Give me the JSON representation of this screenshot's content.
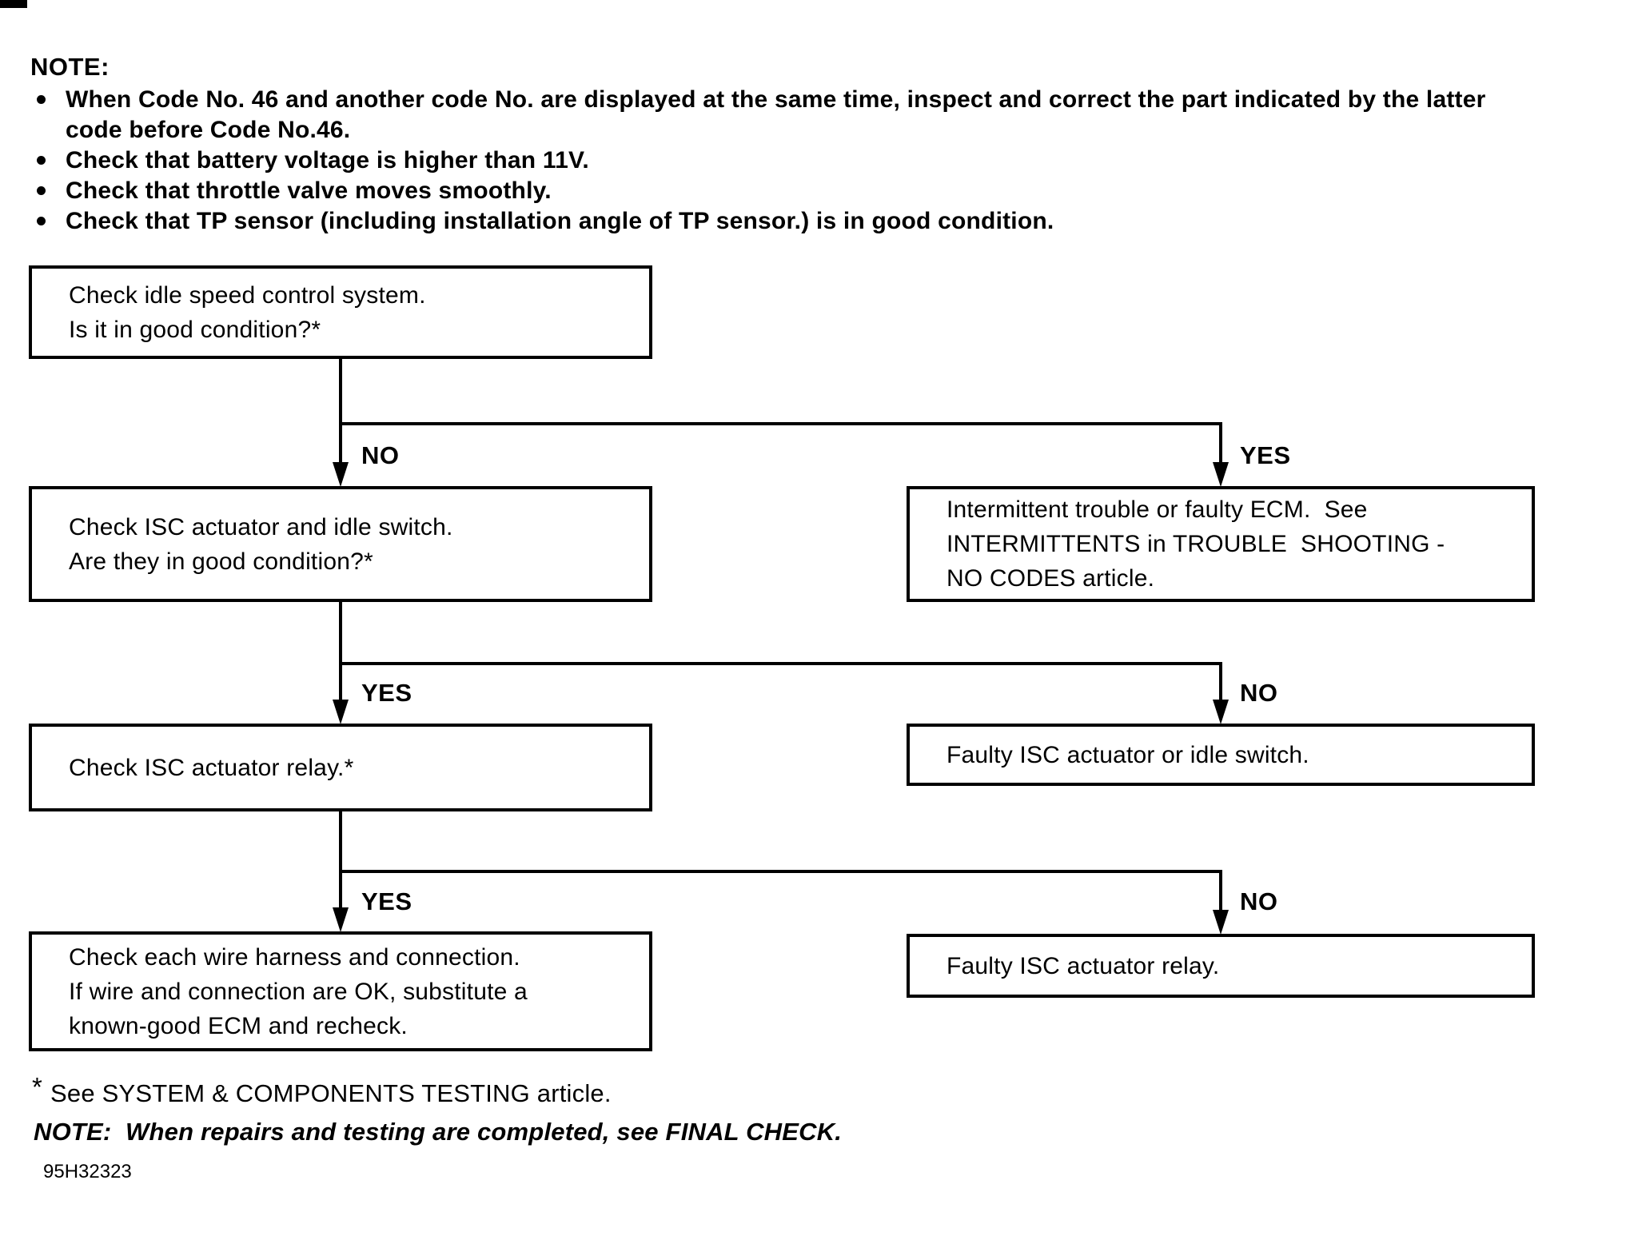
{
  "colors": {
    "ink": "#000000",
    "paper": "#ffffff"
  },
  "note_header": {
    "title": "NOTE:",
    "bullets": [
      "When Code No. 46 and another code No. are displayed at the same time, inspect and correct the part indicated by the latter\ncode before Code No.46.",
      "Check that battery voltage is higher than 11V.",
      "Check that throttle valve moves smoothly.",
      "Check that TP sensor (including installation angle of TP sensor.) is in good condition."
    ]
  },
  "flowchart": {
    "boxes": {
      "q1": "Check idle speed control system.\nIs it in good condition?*",
      "q2": "Check ISC actuator and idle switch.\nAre they in good condition?*",
      "r_intermittent": "Intermittent trouble or faulty ECM.  See\nINTERMITTENTS in TROUBLE  SHOOTING -\nNO CODES article.",
      "q3": "Check ISC actuator relay.*",
      "r_faulty_actuator": "Faulty ISC actuator or idle switch.",
      "q4": "Check each wire harness and connection.\nIf wire and connection are OK, substitute a\nknown-good ECM and recheck.",
      "r_faulty_relay": "Faulty ISC actuator relay."
    },
    "branches": [
      {
        "left_label": "NO",
        "right_label": "YES"
      },
      {
        "left_label": "YES",
        "right_label": "NO"
      },
      {
        "left_label": "YES",
        "right_label": "NO"
      }
    ]
  },
  "footnotes": {
    "asterisk_symbol": "*",
    "asterisk_text": "See SYSTEM & COMPONENTS TESTING article.",
    "final_note": "NOTE:  When repairs and testing are completed, see FINAL CHECK.",
    "doc_code": "95H32323"
  }
}
